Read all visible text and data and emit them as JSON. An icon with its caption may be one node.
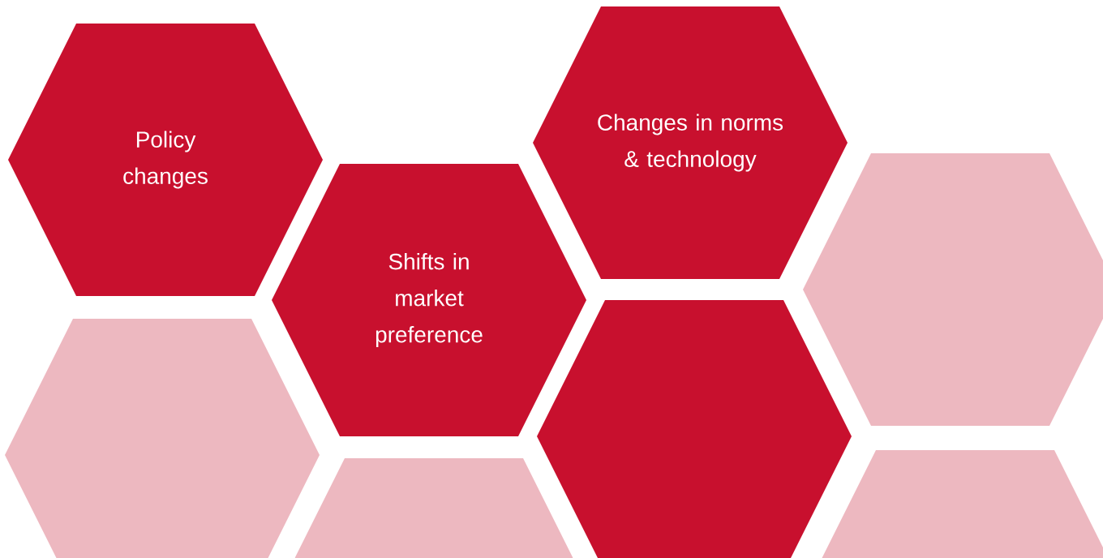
{
  "diagram": {
    "nodes": [
      {
        "text": [
          "Policy changes"
        ]
      },
      {
        "text": [
          "Shifts in market preference"
        ]
      },
      {
        "text": [
          "Changes in norms & technology"
        ]
      },
      {
        "text": [],
        "shape": "hexagon"
      },
      {
        "text": [],
        "shape": "hexagon"
      },
      {
        "text": [],
        "shape": "hexagon"
      },
      {
        "text": [],
        "shape": "hexagon"
      },
      {
        "text": [],
        "shape": "hexagon"
      }
    ]
  }
}
